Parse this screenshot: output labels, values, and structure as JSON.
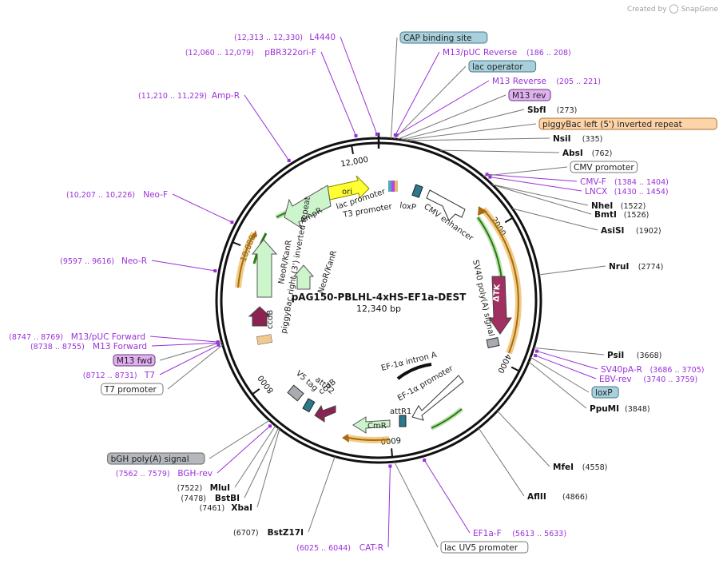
{
  "app": {
    "credit_prefix": "Created by",
    "credit_brand": "SnapGene"
  },
  "plasmid": {
    "name": "pAG150-PBLHL-4xHS-EF1a-DEST",
    "size_label": "12,340 bp",
    "length": 12340
  },
  "colors": {
    "primer": "#9b30d9",
    "site_line": "#777777",
    "backbone": "#111111"
  },
  "ticks": [
    {
      "pos": 2000,
      "label": "2000"
    },
    {
      "pos": 4000,
      "label": "4000"
    },
    {
      "pos": 6000,
      "label": "6000"
    },
    {
      "pos": 8000,
      "label": "8000"
    },
    {
      "pos": 10000,
      "label": "10,000"
    },
    {
      "pos": 12000,
      "label": "12,000"
    }
  ],
  "labels": [
    {
      "id": "l4440",
      "name": "L4440",
      "coords": "(12,313 .. 12,330)",
      "kind": "primer",
      "pos": 12320
    },
    {
      "id": "pbr322",
      "name": "pBR322ori-F",
      "coords": "(12,060 .. 12,079)",
      "kind": "primer",
      "pos": 12070
    },
    {
      "id": "ampr",
      "name": "Amp-R",
      "coords": "(11,210 .. 11,229)",
      "kind": "primer",
      "pos": 11220
    },
    {
      "id": "neof",
      "name": "Neo-F",
      "coords": "(10,207 .. 10,226)",
      "kind": "primer",
      "pos": 10216
    },
    {
      "id": "neor",
      "name": "Neo-R",
      "coords": "(9597 .. 9616)",
      "kind": "primer",
      "pos": 9606
    },
    {
      "id": "m13pucf",
      "name": "M13/pUC Forward",
      "coords": "(8747 .. 8769)",
      "kind": "primer",
      "pos": 8758
    },
    {
      "id": "m13fw",
      "name": "M13 Forward",
      "coords": "(8738 .. 8755)",
      "kind": "primer",
      "pos": 8746
    },
    {
      "id": "m13fwd",
      "name": "M13 fwd",
      "coords": "",
      "kind": "box-purple",
      "pos": 8742
    },
    {
      "id": "t7",
      "name": "T7",
      "coords": "(8712 .. 8731)",
      "kind": "primer",
      "pos": 8721
    },
    {
      "id": "t7prom",
      "name": "T7 promoter",
      "coords": "",
      "kind": "box-white",
      "pos": 8710
    },
    {
      "id": "bgh",
      "name": "bGH poly(A) signal",
      "coords": "",
      "kind": "box-gray",
      "pos": 7620
    },
    {
      "id": "bghrev",
      "name": "BGH-rev",
      "coords": "(7562 .. 7579)",
      "kind": "primer",
      "pos": 7570
    },
    {
      "id": "mlui",
      "name": "MluI",
      "coords": "(7522)",
      "kind": "site",
      "pos": 7522
    },
    {
      "id": "bstbi",
      "name": "BstBI",
      "coords": "(7478)",
      "kind": "site",
      "pos": 7478
    },
    {
      "id": "xbai",
      "name": "XbaI",
      "coords": "(7461)",
      "kind": "site",
      "pos": 7461
    },
    {
      "id": "bstz17i",
      "name": "BstZ17I",
      "coords": "(6707)",
      "kind": "site",
      "pos": 6707
    },
    {
      "id": "catr",
      "name": "CAT-R",
      "coords": "(6025 .. 6044)",
      "kind": "primer",
      "pos": 6034
    },
    {
      "id": "lacuv5",
      "name": "lac UV5 promoter",
      "coords": "",
      "kind": "box-white",
      "pos": 5980
    },
    {
      "id": "ef1af",
      "name": "EF1a-F",
      "coords": "(5613 .. 5633)",
      "kind": "primer",
      "pos": 5623
    },
    {
      "id": "aflii",
      "name": "AflII",
      "coords": "(4866)",
      "kind": "site",
      "pos": 4866
    },
    {
      "id": "mfei",
      "name": "MfeI",
      "coords": "(4558)",
      "kind": "site",
      "pos": 4558
    },
    {
      "id": "ppumi",
      "name": "PpuMI",
      "coords": "(3848)",
      "kind": "site",
      "pos": 3848
    },
    {
      "id": "loxp2",
      "name": "loxP",
      "coords": "",
      "kind": "box-blue",
      "pos": 3790
    },
    {
      "id": "ebvrev",
      "name": "EBV-rev",
      "coords": "(3740 .. 3759)",
      "kind": "primer",
      "pos": 3750
    },
    {
      "id": "sv40par",
      "name": "SV40pA-R",
      "coords": "(3686 .. 3705)",
      "kind": "primer",
      "pos": 3695
    },
    {
      "id": "psti",
      "name": "PsiI",
      "coords": "(3668)",
      "kind": "site",
      "pos": 3668
    },
    {
      "id": "nrui",
      "name": "NruI",
      "coords": "(2774)",
      "kind": "site",
      "pos": 2774
    },
    {
      "id": "asisi",
      "name": "AsiSI",
      "coords": "(1902)",
      "kind": "site",
      "pos": 1902
    },
    {
      "id": "bmti",
      "name": "BmtI",
      "coords": "(1526)",
      "kind": "site",
      "pos": 1526
    },
    {
      "id": "nhei",
      "name": "NheI",
      "coords": "(1522)",
      "kind": "site",
      "pos": 1522
    },
    {
      "id": "lncx",
      "name": "LNCX",
      "coords": "(1430 .. 1454)",
      "kind": "primer",
      "pos": 1442
    },
    {
      "id": "cmvf",
      "name": "CMV-F",
      "coords": "(1384 .. 1404)",
      "kind": "primer",
      "pos": 1394
    },
    {
      "id": "cmvprom",
      "name": "CMV promoter",
      "coords": "",
      "kind": "box-white",
      "pos": 1370
    },
    {
      "id": "absi",
      "name": "AbsI",
      "coords": "(762)",
      "kind": "site",
      "pos": 762
    },
    {
      "id": "nsii",
      "name": "NsiI",
      "coords": "(335)",
      "kind": "site",
      "pos": 335
    },
    {
      "id": "pbleft",
      "name": "piggyBac left (5') inverted repeat",
      "coords": "",
      "kind": "box-orange",
      "pos": 300
    },
    {
      "id": "sbfi",
      "name": "SbfI",
      "coords": "(273)",
      "kind": "site",
      "pos": 273
    },
    {
      "id": "m13revbox",
      "name": "M13 rev",
      "coords": "",
      "kind": "box-purple",
      "pos": 230
    },
    {
      "id": "m13reverse",
      "name": "M13 Reverse",
      "coords": "(205 .. 221)",
      "kind": "primer",
      "pos": 213
    },
    {
      "id": "lacop",
      "name": "lac operator",
      "coords": "",
      "kind": "box-blue",
      "pos": 190
    },
    {
      "id": "m13pucrev",
      "name": "M13/pUC Reverse",
      "coords": "(186 .. 208)",
      "kind": "primer",
      "pos": 197
    },
    {
      "id": "cap",
      "name": "CAP binding site",
      "coords": "",
      "kind": "box-blue",
      "pos": 150
    }
  ],
  "features": [
    {
      "id": "ori",
      "name": "ori",
      "kind": "yellow"
    },
    {
      "id": "lacprom",
      "name": "lac promoter",
      "kind": "text"
    },
    {
      "id": "t3prom",
      "name": "T3 promoter",
      "kind": "text"
    },
    {
      "id": "loxp1",
      "name": "loxP",
      "kind": "text"
    },
    {
      "id": "cmvenh",
      "name": "CMV enhancer",
      "kind": "text"
    },
    {
      "id": "sv40pa",
      "name": "SV40 poly(A) signal",
      "kind": "text"
    },
    {
      "id": "dtk",
      "name": "ΔTK",
      "kind": "text"
    },
    {
      "id": "ef1intron",
      "name": "EF-1α intron A",
      "kind": "text"
    },
    {
      "id": "ef1prom",
      "name": "EF-1α promoter",
      "kind": "text"
    },
    {
      "id": "attr1",
      "name": "attR1",
      "kind": "text"
    },
    {
      "id": "cmr",
      "name": "CmR",
      "kind": "text"
    },
    {
      "id": "ccdb1",
      "name": "ccdB",
      "kind": "text"
    },
    {
      "id": "attr2",
      "name": "attR2",
      "kind": "text"
    },
    {
      "id": "v5tag",
      "name": "V5 tag",
      "kind": "text"
    },
    {
      "id": "ccdb2",
      "name": "ccdB",
      "kind": "text"
    },
    {
      "id": "pbright",
      "name": "piggyBac right (3') inverted repeat",
      "kind": "text"
    },
    {
      "id": "neokan1",
      "name": "NeoR/KanR",
      "kind": "text"
    },
    {
      "id": "neokan2",
      "name": "NeoR/KanR",
      "kind": "text"
    },
    {
      "id": "amprfeat",
      "name": "AmpR",
      "kind": "text"
    }
  ]
}
